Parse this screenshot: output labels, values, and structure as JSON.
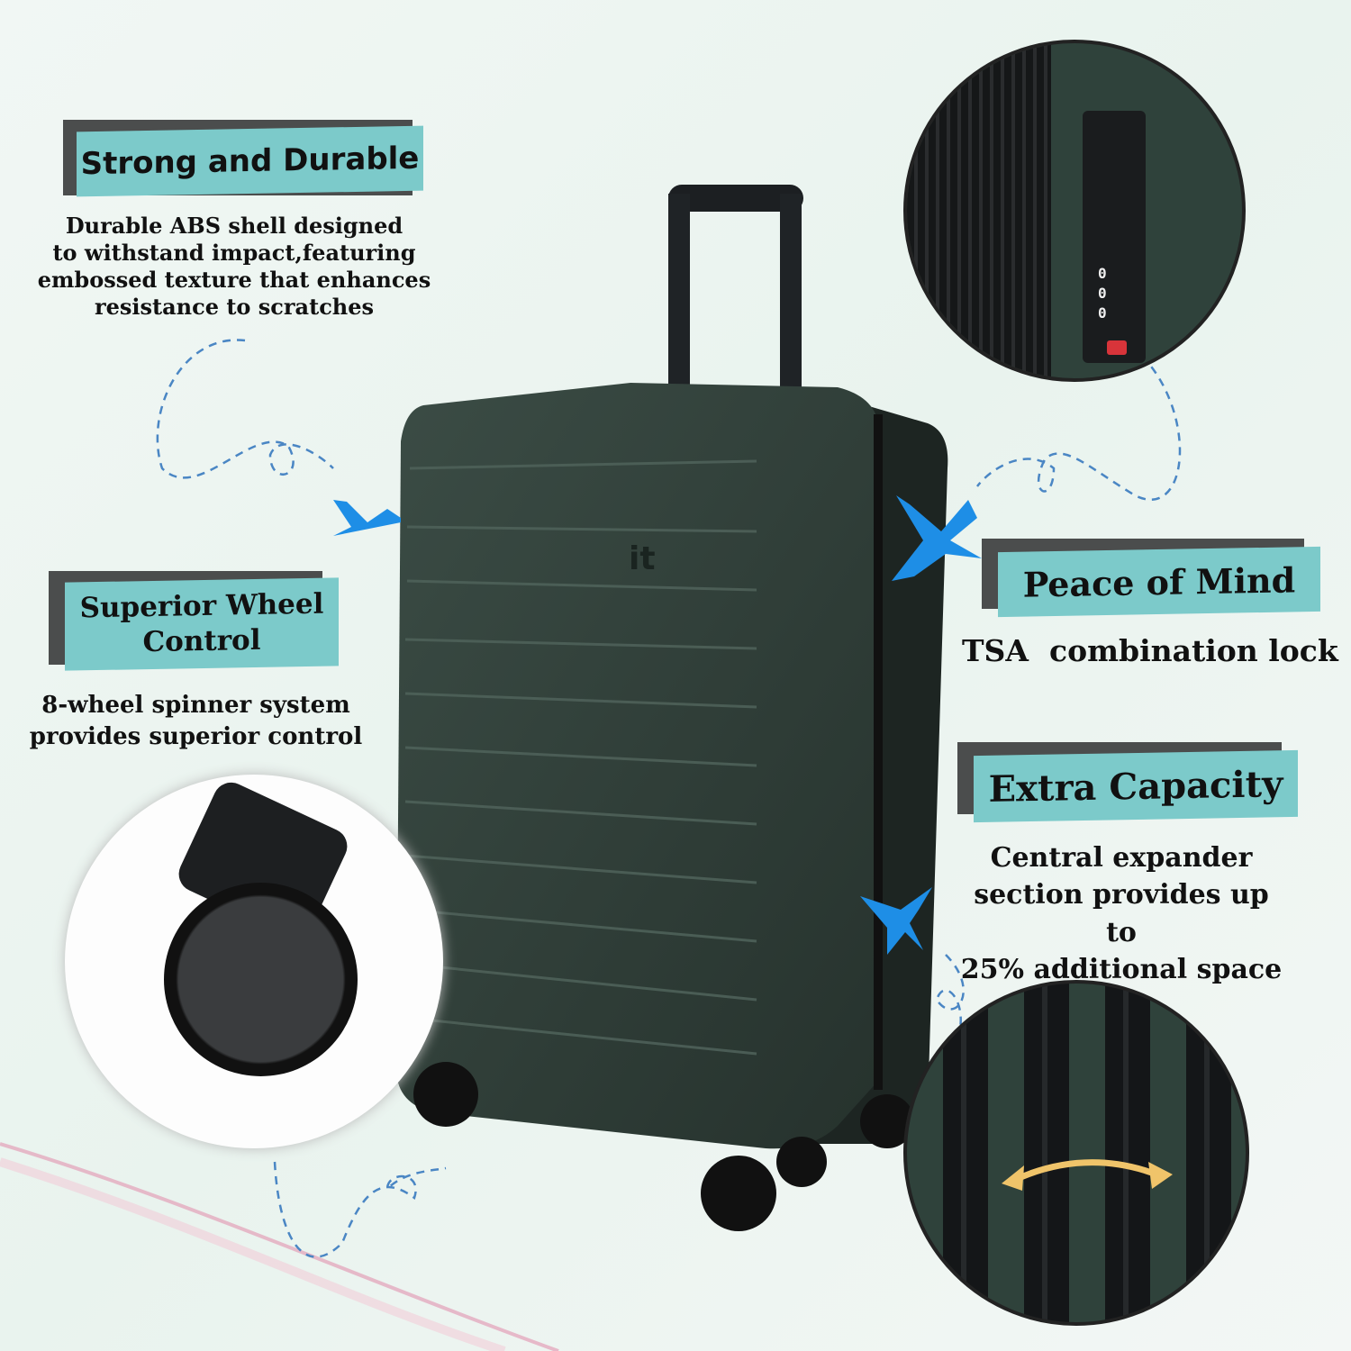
{
  "features": [
    {
      "title": "Strong and Durable",
      "lines": [
        "Durable ABS shell designed",
        "to withstand impact,featuring",
        "embossed texture that enhances",
        "resistance to scratches"
      ]
    },
    {
      "title_lines": [
        "Superior Wheel",
        "Control"
      ],
      "lines": [
        "8-wheel spinner system",
        "provides superior control"
      ]
    },
    {
      "title": "Peace of Mind",
      "lines": [
        "TSA  combination lock"
      ]
    },
    {
      "title": "Extra Capacity",
      "lines": [
        "Central expander",
        "section provides up to",
        "25% additional space"
      ]
    }
  ],
  "product": {
    "logo": "it",
    "color": "#2f3d37"
  },
  "lock_dials": [
    "0",
    "0",
    "0"
  ],
  "colors": {
    "banner": "#7ccaca",
    "banner_shadow": "#4b4d4d",
    "plane": "#1e8ee6",
    "background": "#eef5f1",
    "arrow": "#f0c46a"
  },
  "icons": [
    "airplane-icon",
    "dashed-flight-path",
    "double-arrow-icon"
  ]
}
